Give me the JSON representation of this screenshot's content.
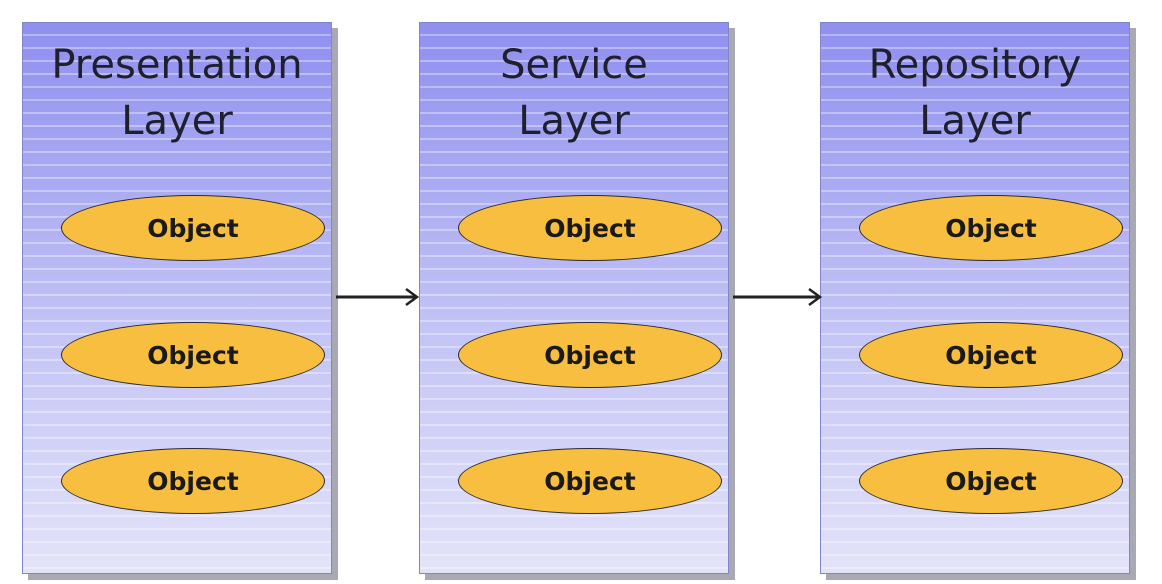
{
  "layers": [
    {
      "title_line1": "Presentation",
      "title_line2": "Layer",
      "objects": [
        "Object",
        "Object",
        "Object"
      ]
    },
    {
      "title_line1": "Service",
      "title_line2": "Layer",
      "objects": [
        "Object",
        "Object",
        "Object"
      ]
    },
    {
      "title_line1": "Repository",
      "title_line2": "Layer",
      "objects": [
        "Object",
        "Object",
        "Object"
      ]
    }
  ],
  "colors": {
    "layer_top": "#8f8ff0",
    "layer_bottom": "#e3e3f8",
    "object_fill": "#f7be3f",
    "arrow": "#222222"
  }
}
